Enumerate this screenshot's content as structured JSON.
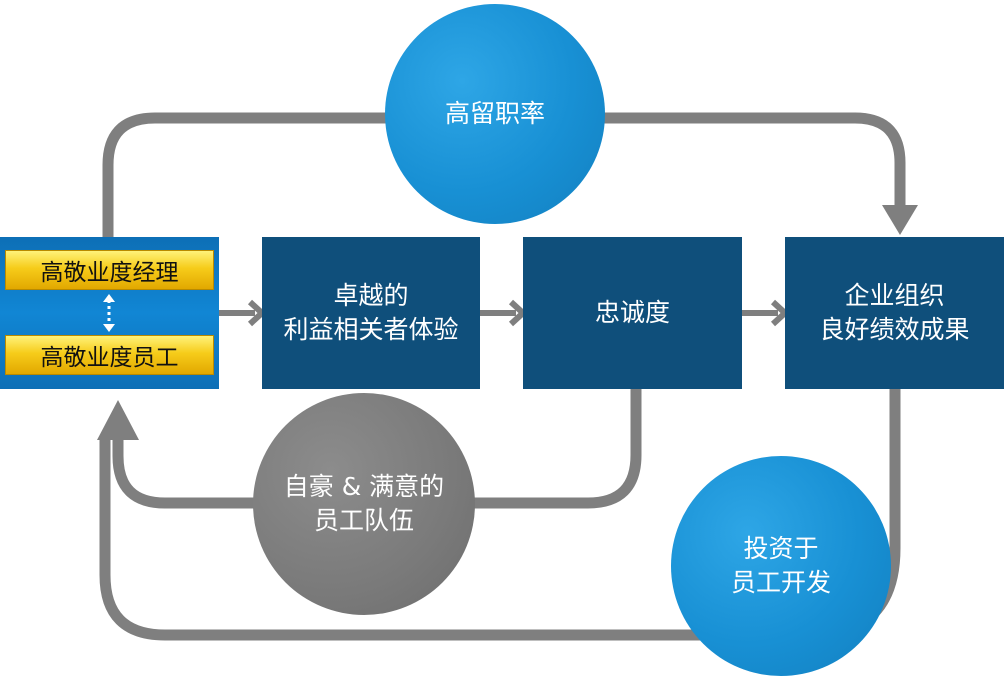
{
  "nodes": {
    "manager_label": "高敬业度经理",
    "employee_label": "高敬业度员工",
    "experience_label": "卓越的\n利益相关者体验",
    "loyalty_label": "忠诚度",
    "performance_label": "企业组织\n良好绩效成果",
    "retention_label": "高留职率",
    "proud_team_label": "自豪 & 满意的\n员工队伍",
    "invest_label": "投资于\n员工开发"
  },
  "colors": {
    "box": "#0f4f7b",
    "circle_blue": "#1890d4",
    "circle_grey": "#7a7a7a",
    "arrow": "#7f7f7f",
    "gold": "#f6cc1a"
  }
}
